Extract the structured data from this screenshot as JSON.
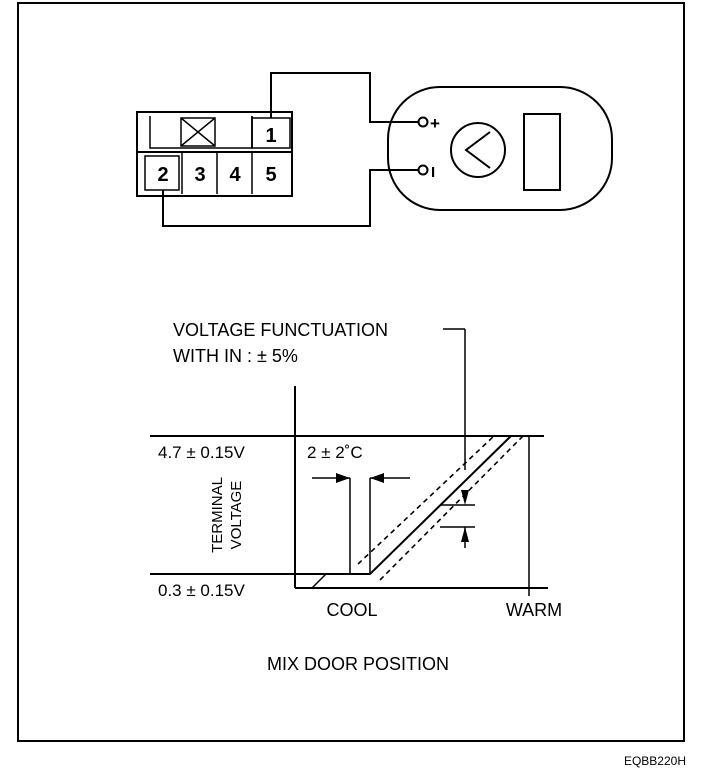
{
  "connector": {
    "pins": [
      "1",
      "2",
      "3",
      "4",
      "5"
    ]
  },
  "meter": {
    "plus_label": "+",
    "minus_label": "I"
  },
  "graph": {
    "note_line1": "VOLTAGE FUNCTUATION",
    "note_line2": "WITH IN : ± 5%",
    "y_high_label": "4.7 ± 0.15V",
    "y_low_label": "0.3 ± 0.15V",
    "y_axis_label_line1": "TERMINAL",
    "y_axis_label_line2": "VOLTAGE",
    "deadband_label": "2 ± 2˚C",
    "x_cool_label": "COOL",
    "x_warm_label": "WARM",
    "x_axis_title": "MIX DOOR POSITION"
  },
  "figure_code": "EQBB220H"
}
